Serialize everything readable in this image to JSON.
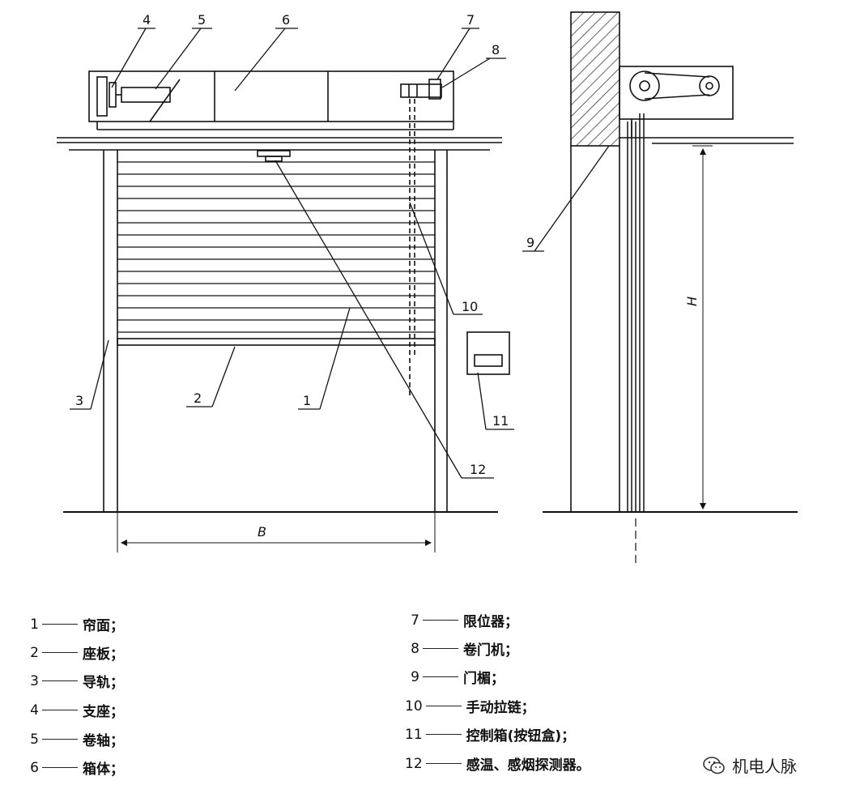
{
  "callouts": {
    "c1": "1",
    "c2": "2",
    "c3": "3",
    "c4": "4",
    "c5": "5",
    "c6": "6",
    "c7": "7",
    "c8": "8",
    "c9": "9",
    "c10": "10",
    "c11": "11",
    "c12": "12"
  },
  "dimensions": {
    "width_label": "B",
    "height_label": "H"
  },
  "legend": [
    {
      "num": "1",
      "label": "帘面；"
    },
    {
      "num": "2",
      "label": "座板；"
    },
    {
      "num": "3",
      "label": "导轨；"
    },
    {
      "num": "4",
      "label": "支座；"
    },
    {
      "num": "5",
      "label": "卷轴；"
    },
    {
      "num": "6",
      "label": "箱体；"
    },
    {
      "num": "7",
      "label": "限位器；"
    },
    {
      "num": "8",
      "label": "卷门机；"
    },
    {
      "num": "9",
      "label": "门楣；"
    },
    {
      "num": "10",
      "label": "手动拉链；"
    },
    {
      "num": "11",
      "label": "控制箱(按钮盒)；"
    },
    {
      "num": "12",
      "label": "感温、感烟探测器。"
    }
  ],
  "watermark": {
    "text": "机电人脉",
    "icon": "wechat-icon"
  }
}
